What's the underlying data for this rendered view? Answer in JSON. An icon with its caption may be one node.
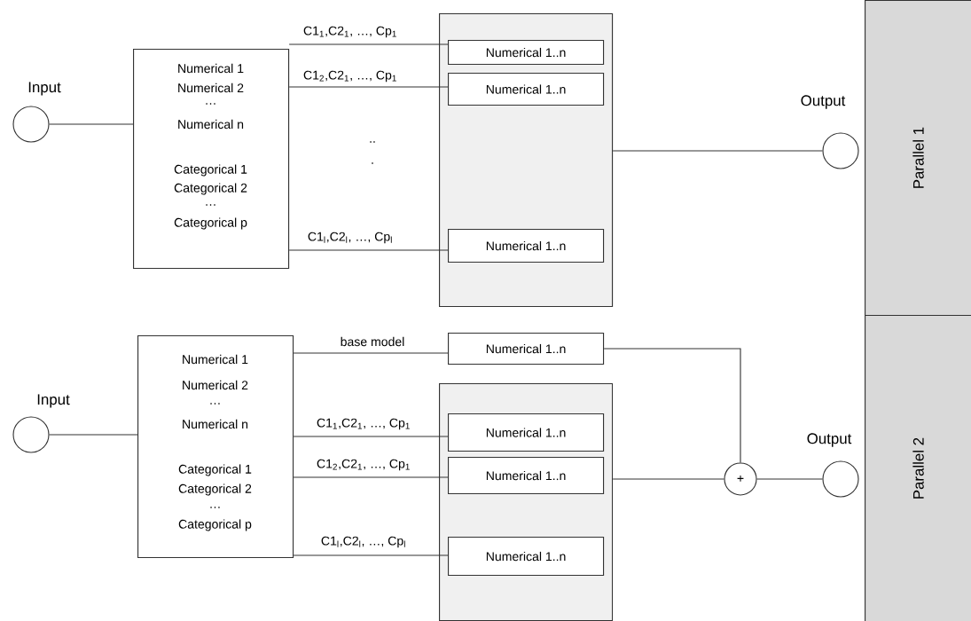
{
  "diagram": {
    "nodes": [
      {
        "text": [],
        "shape": "circle",
        "beside": [
          "Input"
        ]
      },
      {
        "text": [
          "Numerical 1",
          "Numerical 2",
          "…",
          "Numerical n",
          "Categorical 1",
          "Categorical 2",
          "…",
          "Categorical p"
        ]
      },
      {
        "text": [],
        "shape": "box"
      },
      {
        "text": [
          "Numerical 1..n"
        ],
        "in": 2
      },
      {
        "text": [
          "Numerical 1..n"
        ],
        "in": 2
      },
      {
        "text": [
          "Numerical 1..n"
        ],
        "in": 2
      },
      {
        "text": [],
        "shape": "circle",
        "beside": [
          "Output"
        ]
      },
      {
        "text": [
          "Parallel 1"
        ]
      },
      {
        "text": [],
        "shape": "circle",
        "beside": [
          "Input"
        ]
      },
      {
        "text": [
          "Numerical 1",
          "Numerical 2",
          "…",
          "Numerical n",
          "Categorical 1",
          "Categorical 2",
          "…",
          "Categorical p"
        ]
      },
      {
        "text": [
          "Numerical 1..n"
        ]
      },
      {
        "text": [],
        "shape": "box"
      },
      {
        "text": [
          "Numerical 1..n"
        ],
        "in": 11
      },
      {
        "text": [
          "Numerical 1..n"
        ],
        "in": 11
      },
      {
        "text": [
          "Numerical 1..n"
        ],
        "in": 11
      },
      {
        "text": [
          "+"
        ]
      },
      {
        "text": [],
        "shape": "circle",
        "beside": [
          "Output"
        ]
      },
      {
        "text": [
          "Parallel 2"
        ]
      }
    ],
    "edges": [
      {
        "from": 0,
        "to": 1,
        "arrow": "none"
      },
      {
        "from": 1,
        "to": 3,
        "arrow": "none",
        "label": "C1$_{1}$,C2$_{1}$, …, Cp$_{1}$"
      },
      {
        "from": 1,
        "to": 4,
        "arrow": "none",
        "label": "C1$_{2}$,C2$_{1}$, …, Cp$_{1}$"
      },
      {
        "from": 1,
        "to": 5,
        "arrow": "none",
        "label": "C1$_{l}$,C2$_{l}$, …, Cp$_{l}$"
      },
      {
        "from": 2,
        "to": 6,
        "arrow": "none"
      },
      {
        "from": 8,
        "to": 9,
        "arrow": "none"
      },
      {
        "from": 9,
        "to": 10,
        "arrow": "none",
        "label": "base model"
      },
      {
        "from": 9,
        "to": 12,
        "arrow": "none",
        "label": "C1$_{1}$,C2$_{1}$, …, Cp$_{1}$"
      },
      {
        "from": 9,
        "to": 13,
        "arrow": "none",
        "label": "C1$_{2}$,C2$_{1}$, …, Cp$_{1}$"
      },
      {
        "from": 9,
        "to": 14,
        "arrow": "none",
        "label": "C1$_{l}$,C2$_{l}$, …, Cp$_{l}$"
      },
      {
        "from": 10,
        "to": 15,
        "arrow": "none"
      },
      {
        "from": 11,
        "to": 15,
        "arrow": "none"
      },
      {
        "from": 15,
        "to": 16,
        "arrow": "none"
      }
    ],
    "labels": [
      "..",
      "."
    ]
  }
}
